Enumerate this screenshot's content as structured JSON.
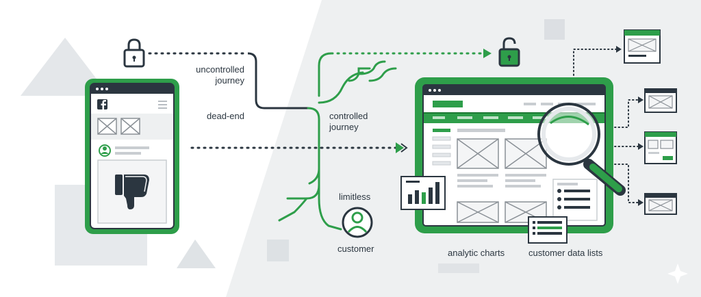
{
  "labels": {
    "uncontrolled_line1": "uncontrolled",
    "uncontrolled_line2": "journey",
    "dead_end": "dead-end",
    "controlled_line1": "controlled",
    "controlled_line2": "journey",
    "limitless": "limitless",
    "customer": "customer",
    "analytic_charts": "analytic charts",
    "customer_data_lists": "customer data lists"
  },
  "colors": {
    "green": "#2e9e4a",
    "dark": "#2b3640",
    "light_bg": "#eef0f1",
    "placeholder_gray": "#c9cdd1"
  },
  "icons": {
    "left_lock": "lock-icon",
    "right_lock": "unlock-icon",
    "facebook": "facebook-logo",
    "thumbs_down": "thumbs-down-icon",
    "magnifier": "magnifying-glass-icon",
    "customer": "user-avatar-icon"
  }
}
